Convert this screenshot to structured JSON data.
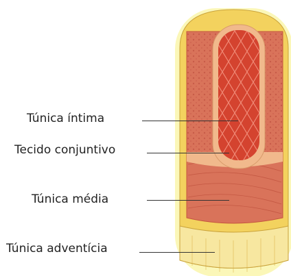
{
  "labels": {
    "intima": "Túnica íntima",
    "conjuntivo": "Tecido conjuntivo",
    "media": "Túnica média",
    "adventicia": "Túnica adventícia"
  },
  "colors": {
    "adventitia": "#f3d25e",
    "adventitia_light": "#f7e7a0",
    "media": "#d9735a",
    "media_dark": "#c4553f",
    "connective": "#f1b98c",
    "intima_endothelium": "#d4432f",
    "lumen_light": "#e86a55",
    "halo": "#fbf7b8"
  }
}
